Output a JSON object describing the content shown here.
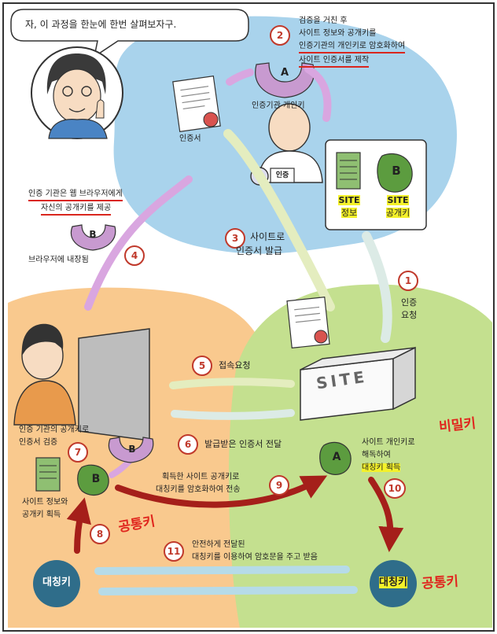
{
  "speech_bubble": {
    "text": "자, 이 과정을 한눈에 한번 살펴보자구."
  },
  "step2": {
    "number": "2",
    "line1": "검증을 거친 후",
    "line2": "사이트 정보와 공개키를",
    "line3": "인증기관의 개인키로 암호화하여",
    "line4": "사이트 인증서를 제작"
  },
  "ca_private_key": {
    "letter": "A",
    "label": "인증기관 개인키"
  },
  "certificate_label": "인증서",
  "stamp_text": "인증",
  "site_info": {
    "label_line1": "SITE",
    "label_line2": "정보"
  },
  "site_public_key": {
    "letter": "B",
    "label_line1": "SITE",
    "label_line2": "공개키"
  },
  "step3": {
    "number": "3",
    "line1": "사이트로",
    "line2": "인증서 발급"
  },
  "step1": {
    "number": "1",
    "line1": "인증",
    "line2": "요청"
  },
  "browser_note": {
    "line1": "인증 기관은 웹 브라우저에게",
    "line2": "자신의 공개키를 제공",
    "key_letter": "B",
    "line3": "브라우저에 내장됨"
  },
  "step4": {
    "number": "4"
  },
  "site_sign": "SITE",
  "step5": {
    "number": "5",
    "label": "접속요청"
  },
  "step6": {
    "number": "6",
    "label": "발급받은 인증서 전달"
  },
  "step7": {
    "number": "7",
    "line1": "인증 기관의 공개키로",
    "line2": "인증서 검증"
  },
  "client_key": {
    "letter": "B"
  },
  "client_site_info": {
    "line1": "사이트 정보와",
    "line2": "공개키 획득"
  },
  "step9": {
    "number": "9",
    "line1": "획득한 사이트 공개키로",
    "line2": "대칭키를 암호화하여 전송"
  },
  "server_key": {
    "letter": "A"
  },
  "step10": {
    "number": "10",
    "line1": "사이트 개인키로",
    "line2": "해독하여",
    "line3": "대칭키 획득"
  },
  "handwritten": {
    "private_key": "비밀키",
    "shared_key_left": "공통키",
    "shared_key_right": "공통키"
  },
  "step8": {
    "number": "8"
  },
  "step11": {
    "number": "11",
    "line1": "안전하게 전달된",
    "line2": "대칭키를 이용하여 암호문을 주고 받음"
  },
  "symmetric_key_left": "대칭키",
  "symmetric_key_right": "대칭키",
  "colors": {
    "blue_zone": "#a9d3ec",
    "orange_zone": "#f9c98e",
    "green_zone": "#c4e08f",
    "mark_red": "#c0392b",
    "highlight": "#f4f12a"
  }
}
